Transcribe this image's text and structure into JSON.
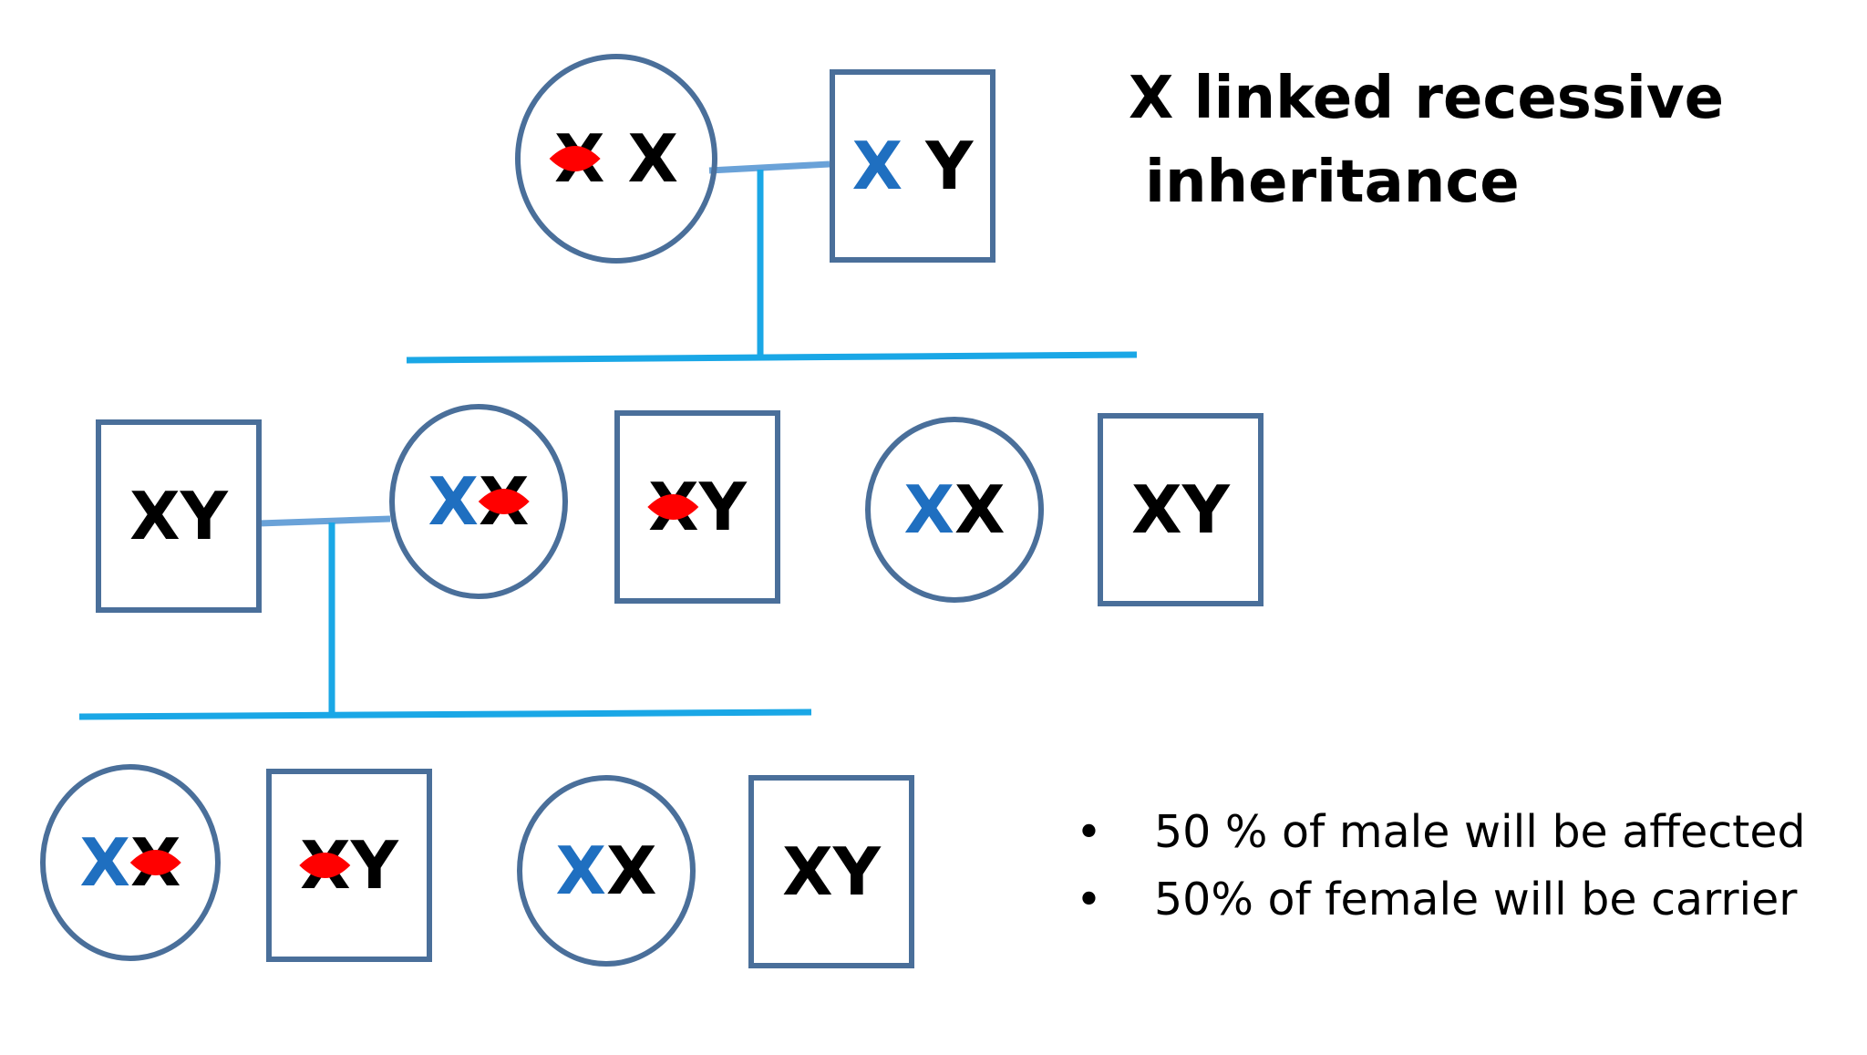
{
  "title": {
    "line1": "X linked recessive",
    "line2": "inheritance"
  },
  "notes": [
    {
      "bullet": "•",
      "text": "50 % of male will be affected"
    },
    {
      "bullet": "•",
      "text": "50% of female will be carrier"
    }
  ],
  "colors": {
    "shape_stroke": "#4a6f9a",
    "line_blue": "#1aa7e6",
    "couple_line": "#6aa2d8",
    "normal_x": "#1f6fc0",
    "affected_mark": "#ff0000",
    "text": "#000000"
  },
  "pedigree": {
    "gen1": [
      {
        "id": "g1-mother",
        "sex": "female",
        "chars": [
          "X",
          " ",
          "X"
        ],
        "normal": [],
        "affected": [
          0
        ]
      },
      {
        "id": "g1-father",
        "sex": "male",
        "chars": [
          "X",
          " ",
          "Y"
        ],
        "normal": [
          0
        ],
        "affected": []
      }
    ],
    "gen2": [
      {
        "id": "g2-husband",
        "sex": "male",
        "chars": [
          "X",
          "Y"
        ],
        "normal": [],
        "affected": []
      },
      {
        "id": "g2-daughter-carrier",
        "sex": "female",
        "chars": [
          "X",
          "X"
        ],
        "normal": [
          0
        ],
        "affected": [
          1
        ]
      },
      {
        "id": "g2-son-affected",
        "sex": "male",
        "chars": [
          "X",
          "Y"
        ],
        "normal": [],
        "affected": [
          0
        ]
      },
      {
        "id": "g2-daughter-normal",
        "sex": "female",
        "chars": [
          "X",
          "X"
        ],
        "normal": [
          0
        ],
        "affected": []
      },
      {
        "id": "g2-son-normal",
        "sex": "male",
        "chars": [
          "X",
          "Y"
        ],
        "normal": [],
        "affected": []
      }
    ],
    "gen3": [
      {
        "id": "g3-daughter-carrier",
        "sex": "female",
        "chars": [
          "X",
          "X"
        ],
        "normal": [
          0
        ],
        "affected": [
          1
        ]
      },
      {
        "id": "g3-son-affected",
        "sex": "male",
        "chars": [
          "X",
          "Y"
        ],
        "normal": [],
        "affected": [
          0
        ]
      },
      {
        "id": "g3-daughter-normal",
        "sex": "female",
        "chars": [
          "X",
          "X"
        ],
        "normal": [
          0
        ],
        "affected": []
      },
      {
        "id": "g3-son-normal",
        "sex": "male",
        "chars": [
          "X",
          "Y"
        ],
        "normal": [],
        "affected": []
      }
    ]
  }
}
